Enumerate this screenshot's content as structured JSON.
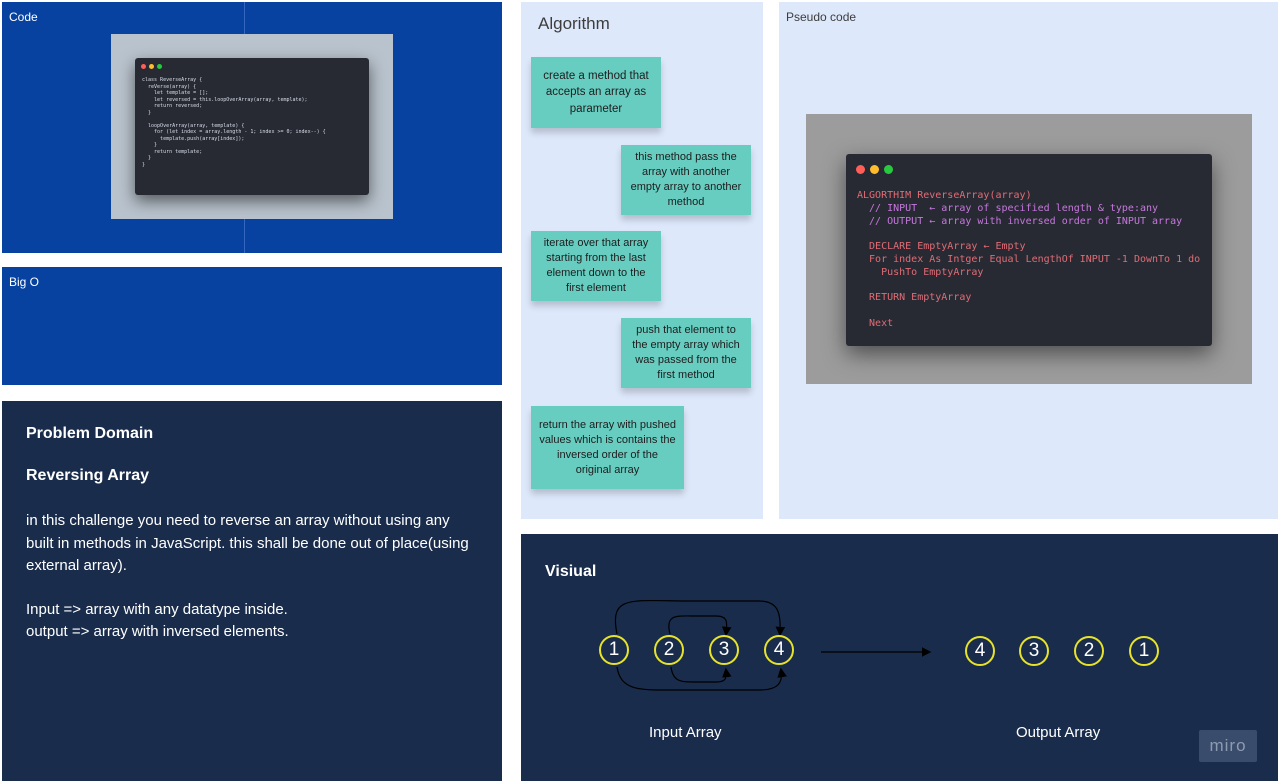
{
  "frames": {
    "code": {
      "title": "Code",
      "lines": [
        "class ReverseArray {",
        "  reVerse(array) {",
        "    let template = [];",
        "    let reversed = this.loopOverArray(array, template);",
        "    return reversed;",
        "  }",
        "",
        "  loopOverArray(array, template) {",
        "    for (let index = array.length - 1; index >= 0; index--) {",
        "      template.push(array[index]);",
        "    }",
        "    return template;",
        "  }",
        "}"
      ]
    },
    "big_o": {
      "title": "Big O"
    },
    "problem_domain": {
      "heading": "Problem Domain",
      "subheading": "Reversing Array",
      "paragraph": "in this challenge you need to reverse an array without using any built in methods in JavaScript. this shall be done out of place(using external array).",
      "input_line": "Input => array with any datatype inside.",
      "output_line": "output => array with inversed elements."
    },
    "algorithm": {
      "title": "Algorithm",
      "notes": [
        "create a method that accepts an array as parameter",
        "this method pass the array with another empty array to another method",
        "iterate over that array starting from the last element down to the first element",
        "push that element to the empty array which was passed from the first method",
        "return the array with pushed values which is contains the inversed order of the original array"
      ]
    },
    "pseudo_code": {
      "title": "Pseudo code",
      "lines": [
        "ALGORTHIM ReverseArray(array)",
        "  // INPUT  ← array of specified length & type:any",
        "  // OUTPUT ← array with inversed order of INPUT array",
        "",
        "  DECLARE EmptyArray ← Empty",
        "  For index As Intger Equal LengthOf INPUT -1 DownTo 1 do",
        "    PushTo EmptyArray",
        "",
        "  RETURN EmptyArray",
        "",
        "  Next"
      ]
    },
    "visual": {
      "title": "Visiual",
      "input_nodes": [
        "1",
        "2",
        "3",
        "4"
      ],
      "output_nodes": [
        "4",
        "3",
        "2",
        "1"
      ],
      "input_label": "Input Array",
      "output_label": "Output Array"
    }
  },
  "branding": {
    "watermark": "miro"
  },
  "colors": {
    "code_frame": "#0842a0",
    "dark_frame": "#192c4c",
    "light_frame": "#dde8fb",
    "sticky_note": "#68cdc1",
    "node_ring": "#e7e32a",
    "window_dot_red": "#ff5f56",
    "window_dot_yellow": "#ffbd2e",
    "window_dot_green": "#27c93f"
  },
  "icons": [
    "window-close-dot-icon",
    "window-minimize-dot-icon",
    "window-maximize-dot-icon",
    "arrow-right-icon"
  ]
}
